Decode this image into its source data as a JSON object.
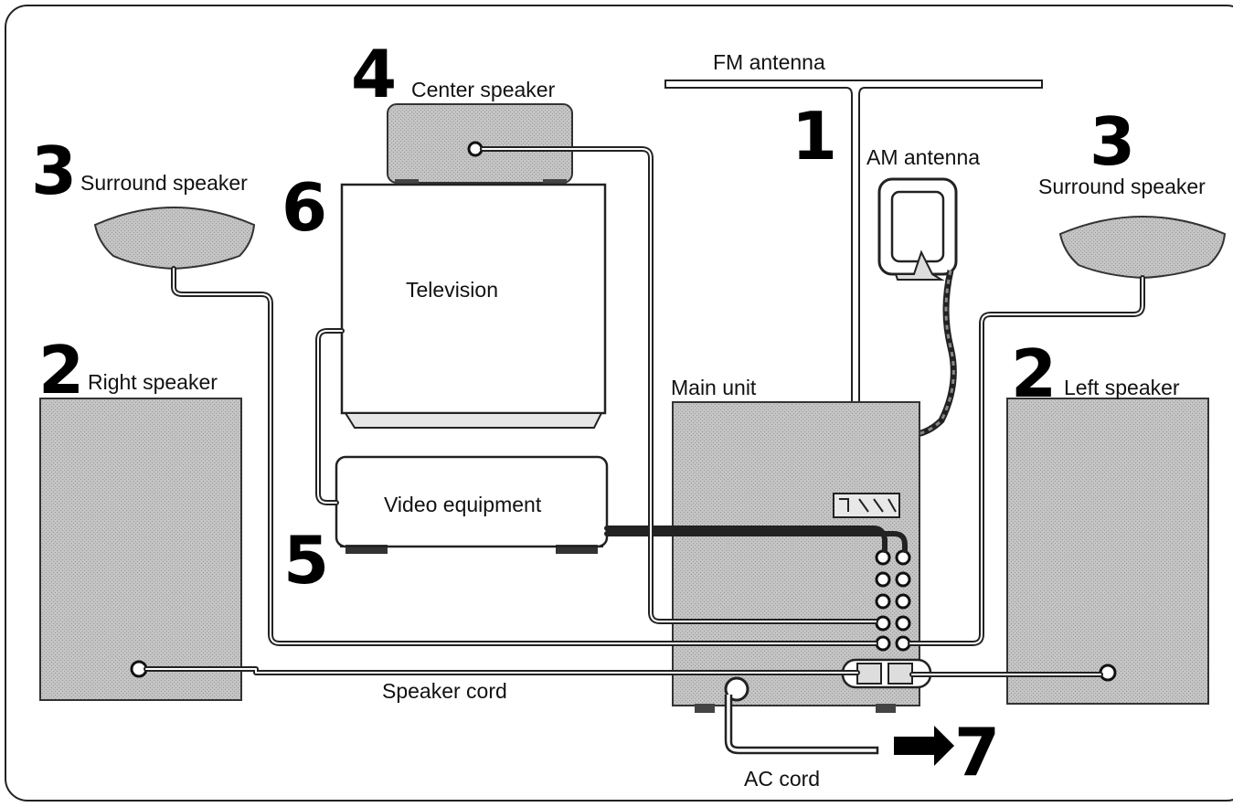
{
  "colors": {
    "speaker_fill": "#bdbdbd",
    "line": "#222222",
    "background": "#ffffff"
  },
  "labels": {
    "fm_antenna": "FM antenna",
    "am_antenna": "AM antenna",
    "center_speaker": "Center speaker",
    "surround_speaker_right": "Surround speaker",
    "surround_speaker_left": "Surround speaker",
    "television": "Television",
    "right_speaker": "Right speaker",
    "left_speaker": "Left speaker",
    "main_unit": "Main unit",
    "video_equipment": "Video equipment",
    "speaker_cord": "Speaker cord",
    "ac_cord": "AC cord"
  },
  "step_numbers": {
    "fm_am_antenna": "1",
    "right_speaker": "2",
    "left_speaker": "2",
    "surround_right": "3",
    "surround_left": "3",
    "center": "4",
    "video": "5",
    "television": "6",
    "ac": "7"
  }
}
